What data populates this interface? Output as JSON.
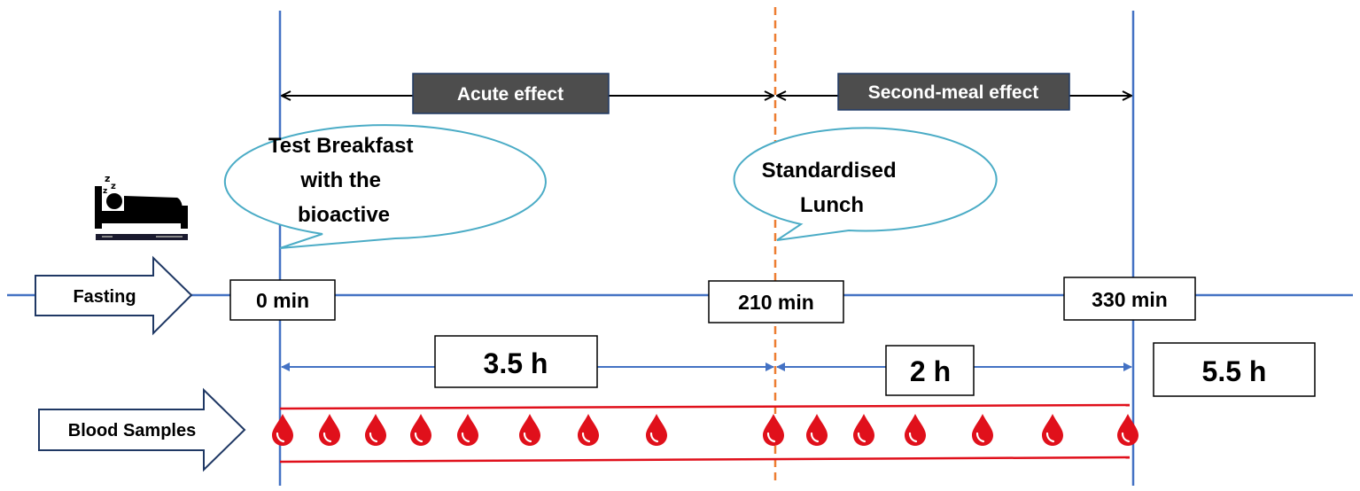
{
  "phases": {
    "acute": "Acute effect",
    "second_meal": "Second-meal effect"
  },
  "callouts": {
    "breakfast": [
      "Test Breakfast",
      "with the",
      "bioactive"
    ],
    "lunch": [
      "Standardised",
      "Lunch"
    ]
  },
  "arrows": {
    "fasting": "Fasting",
    "blood": "Blood Samples"
  },
  "timepoints": {
    "t0": "0 min",
    "t210": "210 min",
    "t330": "330 min"
  },
  "durations": {
    "first": "3.5 h",
    "second": "2 h",
    "total": "5.5 h"
  },
  "blood_drops": {
    "count": 15,
    "color": "#e0101b"
  },
  "colors": {
    "axis": "#4472c4",
    "lunch_line": "#ed7d31",
    "callout_border": "#4bacc6",
    "phase_box": "#4d4d4d",
    "blood": "#e0101b",
    "arrow_border": "#1f3864"
  },
  "icons": {
    "sleeping": "sleeping-person-in-bed-icon"
  }
}
